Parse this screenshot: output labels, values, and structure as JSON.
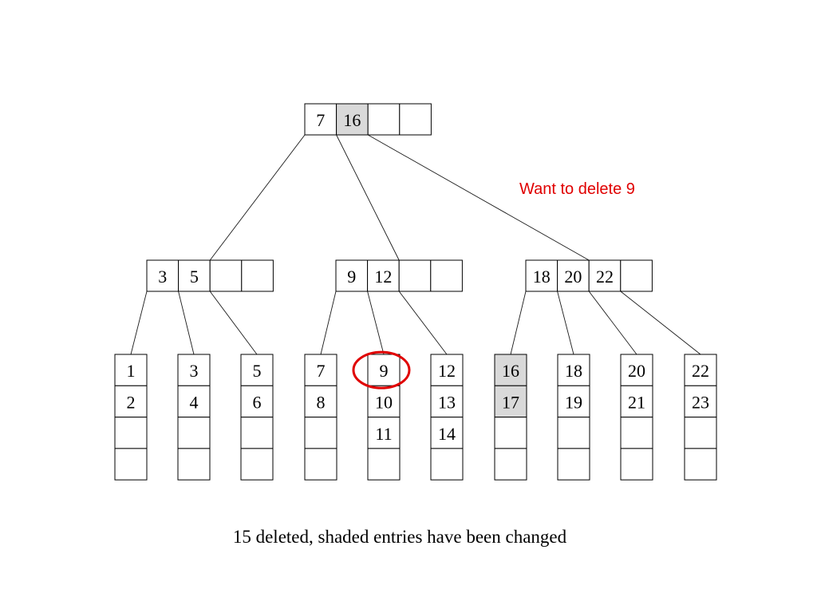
{
  "colors": {
    "shaded": "#d9d9d9",
    "annotation": "#e00000",
    "cell_fill": "#ffffff"
  },
  "tree": {
    "root": {
      "keys": [
        {
          "text": "7",
          "shaded": false
        },
        {
          "text": "16",
          "shaded": true
        },
        {
          "text": "",
          "shaded": false
        },
        {
          "text": "",
          "shaded": false
        }
      ]
    },
    "internal": [
      {
        "keys": [
          {
            "text": "3",
            "shaded": false
          },
          {
            "text": "5",
            "shaded": false
          },
          {
            "text": "",
            "shaded": false
          },
          {
            "text": "",
            "shaded": false
          }
        ]
      },
      {
        "keys": [
          {
            "text": "9",
            "shaded": false
          },
          {
            "text": "12",
            "shaded": false
          },
          {
            "text": "",
            "shaded": false
          },
          {
            "text": "",
            "shaded": false
          }
        ]
      },
      {
        "keys": [
          {
            "text": "18",
            "shaded": false
          },
          {
            "text": "20",
            "shaded": false
          },
          {
            "text": "22",
            "shaded": false
          },
          {
            "text": "",
            "shaded": false
          }
        ]
      }
    ],
    "leaves": [
      {
        "entries": [
          {
            "text": "1"
          },
          {
            "text": "2"
          },
          {
            "text": ""
          },
          {
            "text": ""
          }
        ]
      },
      {
        "entries": [
          {
            "text": "3"
          },
          {
            "text": "4"
          },
          {
            "text": ""
          },
          {
            "text": ""
          }
        ]
      },
      {
        "entries": [
          {
            "text": "5"
          },
          {
            "text": "6"
          },
          {
            "text": ""
          },
          {
            "text": ""
          }
        ]
      },
      {
        "entries": [
          {
            "text": "7"
          },
          {
            "text": "8"
          },
          {
            "text": ""
          },
          {
            "text": ""
          }
        ]
      },
      {
        "entries": [
          {
            "text": "9",
            "circled": true
          },
          {
            "text": "10"
          },
          {
            "text": "11"
          },
          {
            "text": ""
          }
        ]
      },
      {
        "entries": [
          {
            "text": "12"
          },
          {
            "text": "13"
          },
          {
            "text": "14"
          },
          {
            "text": ""
          }
        ]
      },
      {
        "entries": [
          {
            "text": "16",
            "shaded": true
          },
          {
            "text": "17",
            "shaded": true
          },
          {
            "text": ""
          },
          {
            "text": ""
          }
        ]
      },
      {
        "entries": [
          {
            "text": "18"
          },
          {
            "text": "19"
          },
          {
            "text": ""
          },
          {
            "text": ""
          }
        ]
      },
      {
        "entries": [
          {
            "text": "20"
          },
          {
            "text": "21"
          },
          {
            "text": ""
          },
          {
            "text": ""
          }
        ]
      },
      {
        "entries": [
          {
            "text": "22"
          },
          {
            "text": "23"
          },
          {
            "text": ""
          },
          {
            "text": ""
          }
        ]
      }
    ]
  },
  "annotation": {
    "text": "Want to delete 9"
  },
  "caption": "15 deleted, shaded entries have been changed"
}
